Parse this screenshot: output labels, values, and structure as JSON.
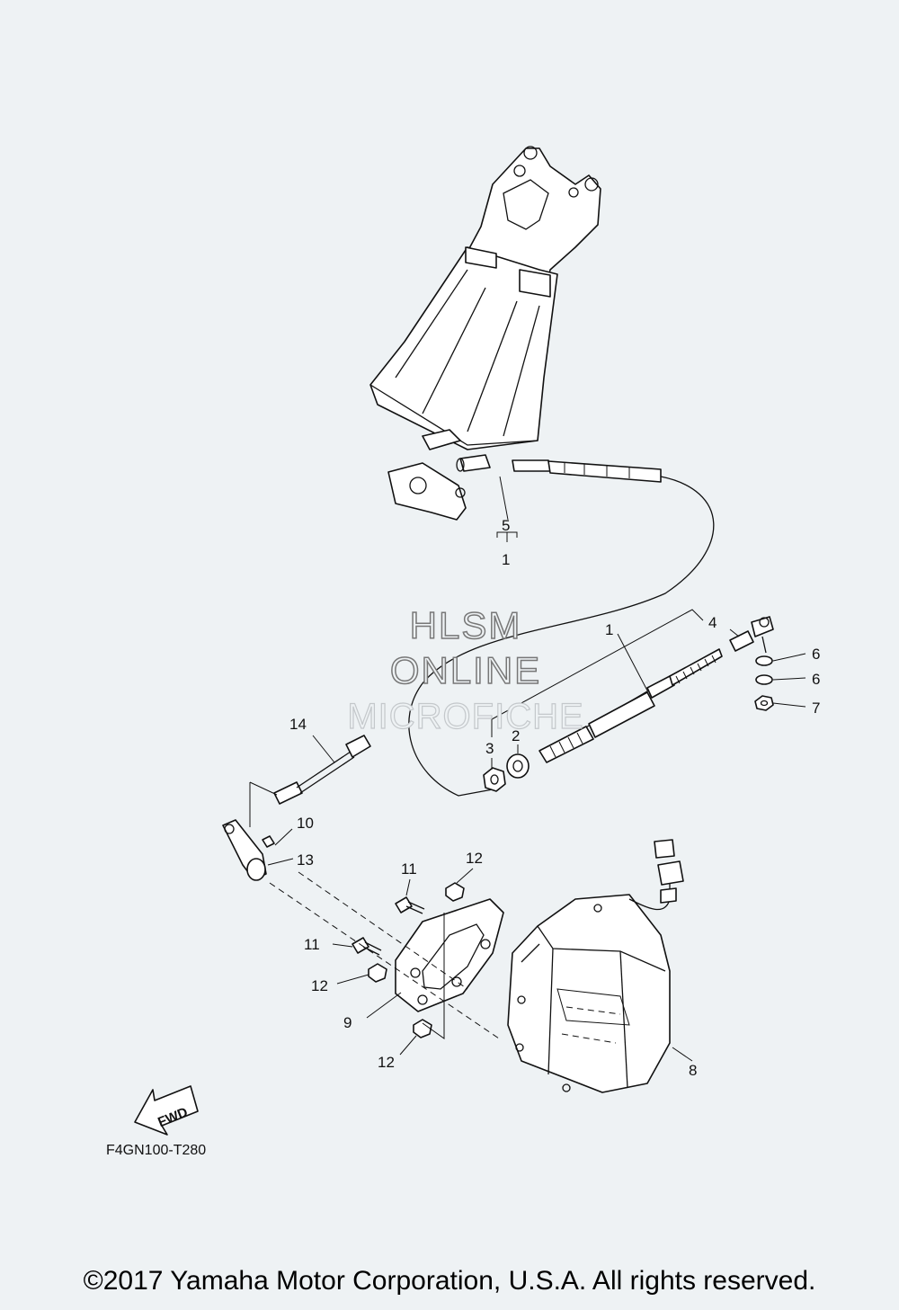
{
  "watermark": {
    "line1": "HLSM",
    "line2": "ONLINE",
    "line3": "MICROFICHE"
  },
  "diagram_code": "F4GN100-T280",
  "fwd_label": "FWD",
  "copyright": "©2017 Yamaha Motor Corporation, U.S.A. All rights reserved.",
  "callouts": {
    "c1_top": "1",
    "c5": "5",
    "c1_mid": "1",
    "c2": "2",
    "c3": "3",
    "c4": "4",
    "c6a": "6",
    "c6b": "6",
    "c7": "7",
    "c8": "8",
    "c9": "9",
    "c10": "10",
    "c11a": "11",
    "c11b": "11",
    "c12a": "12",
    "c12b": "12",
    "c12c": "12",
    "c13": "13",
    "c14": "14"
  },
  "colors": {
    "background": "#eef2f4",
    "ink": "#111111"
  }
}
